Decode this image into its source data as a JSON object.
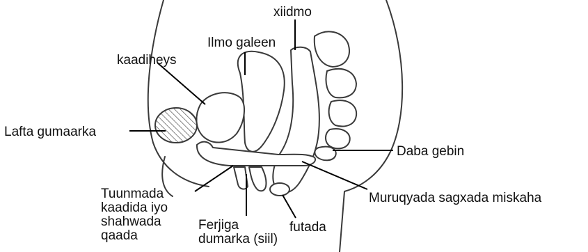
{
  "labels": {
    "xiidmo": "xiidmo",
    "ilmo_galeen": "Ilmo galeen",
    "kaadiheys": "kaadiheys",
    "lafta_gumaarka": "Lafta gumaarka",
    "daba_gebin": "Daba gebin",
    "muruqyada": "Muruqyada sagxada miskaha",
    "tuunmada": [
      "Tuunmada",
      "kaadida iyo",
      "shahwada",
      "qaada"
    ],
    "ferjiga": [
      "Ferjiga",
      "dumarka (siil)"
    ],
    "futada": "futada"
  }
}
